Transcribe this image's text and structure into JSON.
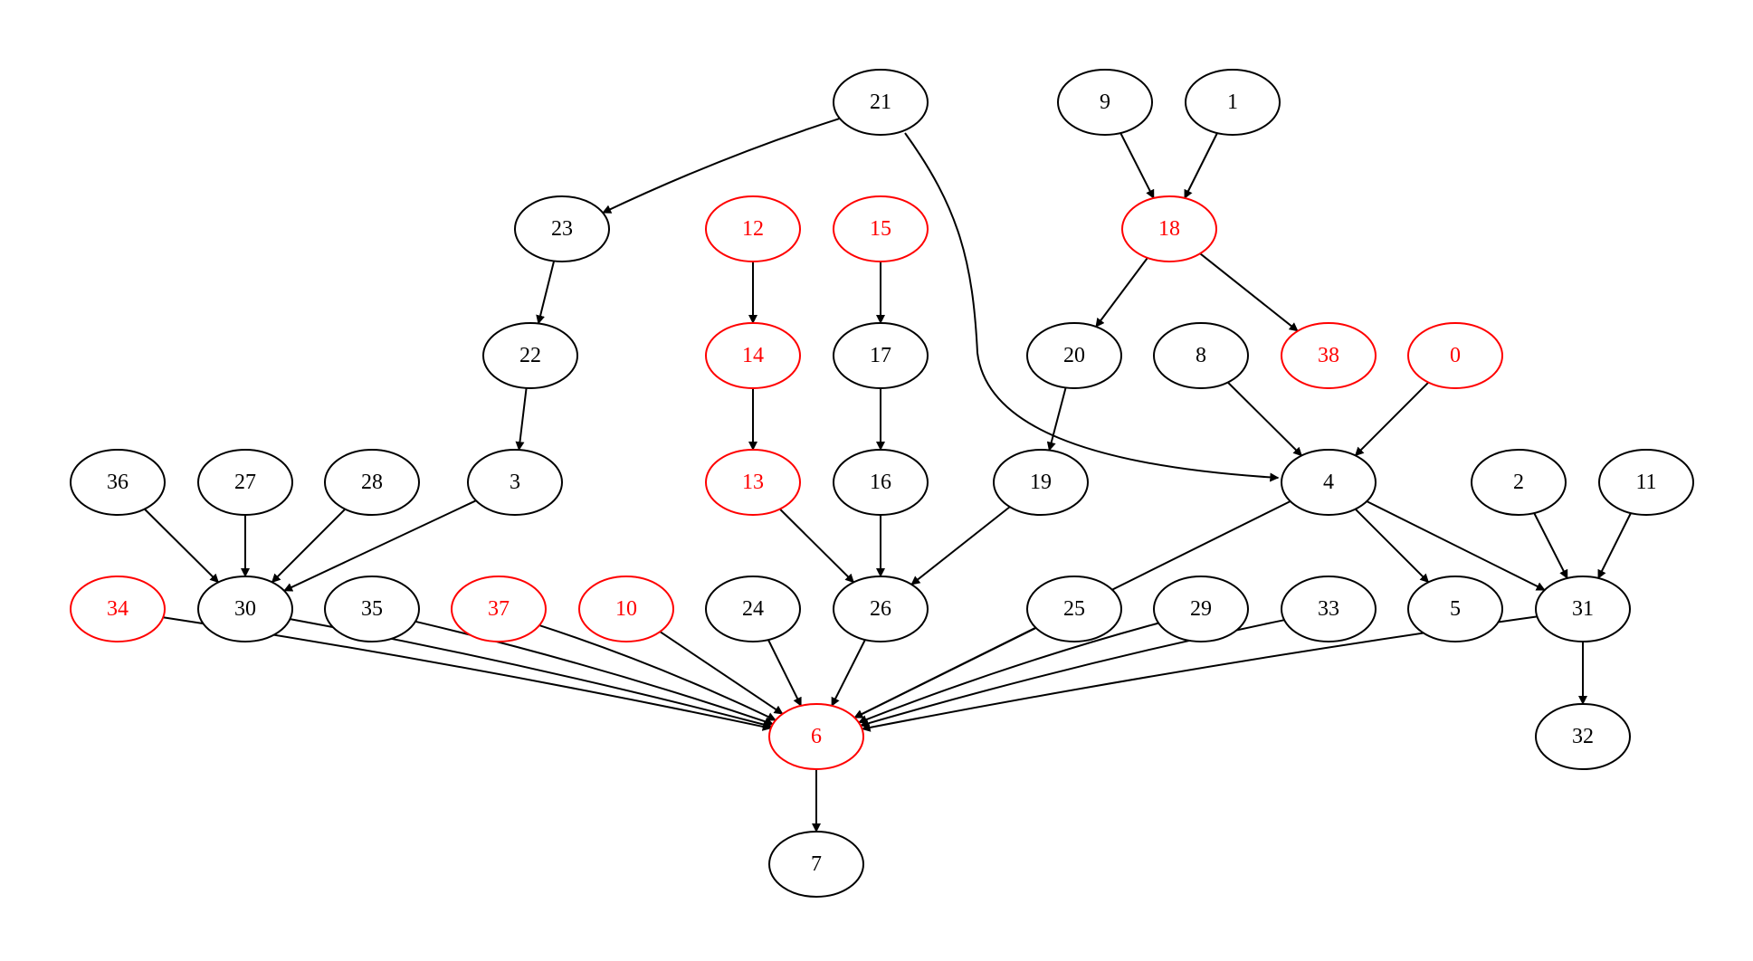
{
  "graph": {
    "default_color": "#000000",
    "highlight_color": "#ff0000",
    "nodes": [
      {
        "id": "21",
        "label": "21",
        "highlighted": false
      },
      {
        "id": "9",
        "label": "9",
        "highlighted": false
      },
      {
        "id": "1",
        "label": "1",
        "highlighted": false
      },
      {
        "id": "23",
        "label": "23",
        "highlighted": false
      },
      {
        "id": "12",
        "label": "12",
        "highlighted": true
      },
      {
        "id": "15",
        "label": "15",
        "highlighted": true
      },
      {
        "id": "18",
        "label": "18",
        "highlighted": true
      },
      {
        "id": "22",
        "label": "22",
        "highlighted": false
      },
      {
        "id": "14",
        "label": "14",
        "highlighted": true
      },
      {
        "id": "17",
        "label": "17",
        "highlighted": false
      },
      {
        "id": "20",
        "label": "20",
        "highlighted": false
      },
      {
        "id": "8",
        "label": "8",
        "highlighted": false
      },
      {
        "id": "38",
        "label": "38",
        "highlighted": true
      },
      {
        "id": "0",
        "label": "0",
        "highlighted": true
      },
      {
        "id": "36",
        "label": "36",
        "highlighted": false
      },
      {
        "id": "27",
        "label": "27",
        "highlighted": false
      },
      {
        "id": "28",
        "label": "28",
        "highlighted": false
      },
      {
        "id": "3",
        "label": "3",
        "highlighted": false
      },
      {
        "id": "13",
        "label": "13",
        "highlighted": true
      },
      {
        "id": "16",
        "label": "16",
        "highlighted": false
      },
      {
        "id": "19",
        "label": "19",
        "highlighted": false
      },
      {
        "id": "4",
        "label": "4",
        "highlighted": false
      },
      {
        "id": "2",
        "label": "2",
        "highlighted": false
      },
      {
        "id": "11",
        "label": "11",
        "highlighted": false
      },
      {
        "id": "34",
        "label": "34",
        "highlighted": true
      },
      {
        "id": "30",
        "label": "30",
        "highlighted": false
      },
      {
        "id": "35",
        "label": "35",
        "highlighted": false
      },
      {
        "id": "37",
        "label": "37",
        "highlighted": true
      },
      {
        "id": "10",
        "label": "10",
        "highlighted": true
      },
      {
        "id": "24",
        "label": "24",
        "highlighted": false
      },
      {
        "id": "26",
        "label": "26",
        "highlighted": false
      },
      {
        "id": "25",
        "label": "25",
        "highlighted": false
      },
      {
        "id": "29",
        "label": "29",
        "highlighted": false
      },
      {
        "id": "33",
        "label": "33",
        "highlighted": false
      },
      {
        "id": "5",
        "label": "5",
        "highlighted": false
      },
      {
        "id": "31",
        "label": "31",
        "highlighted": false
      },
      {
        "id": "6",
        "label": "6",
        "highlighted": true
      },
      {
        "id": "32",
        "label": "32",
        "highlighted": false
      },
      {
        "id": "7",
        "label": "7",
        "highlighted": false
      }
    ],
    "edges": [
      {
        "from": "21",
        "to": "23"
      },
      {
        "from": "21",
        "to": "4"
      },
      {
        "from": "9",
        "to": "18"
      },
      {
        "from": "1",
        "to": "18"
      },
      {
        "from": "23",
        "to": "22"
      },
      {
        "from": "12",
        "to": "14"
      },
      {
        "from": "15",
        "to": "17"
      },
      {
        "from": "18",
        "to": "20"
      },
      {
        "from": "18",
        "to": "38"
      },
      {
        "from": "22",
        "to": "3"
      },
      {
        "from": "14",
        "to": "13"
      },
      {
        "from": "17",
        "to": "16"
      },
      {
        "from": "20",
        "to": "19"
      },
      {
        "from": "8",
        "to": "4"
      },
      {
        "from": "0",
        "to": "4"
      },
      {
        "from": "36",
        "to": "30"
      },
      {
        "from": "27",
        "to": "30"
      },
      {
        "from": "28",
        "to": "30"
      },
      {
        "from": "3",
        "to": "30"
      },
      {
        "from": "13",
        "to": "26"
      },
      {
        "from": "16",
        "to": "26"
      },
      {
        "from": "19",
        "to": "26"
      },
      {
        "from": "4",
        "to": "6"
      },
      {
        "from": "4",
        "to": "5"
      },
      {
        "from": "4",
        "to": "31"
      },
      {
        "from": "2",
        "to": "31"
      },
      {
        "from": "11",
        "to": "31"
      },
      {
        "from": "34",
        "to": "6"
      },
      {
        "from": "30",
        "to": "6"
      },
      {
        "from": "35",
        "to": "6"
      },
      {
        "from": "37",
        "to": "6"
      },
      {
        "from": "10",
        "to": "6"
      },
      {
        "from": "24",
        "to": "6"
      },
      {
        "from": "26",
        "to": "6"
      },
      {
        "from": "25",
        "to": "6"
      },
      {
        "from": "29",
        "to": "6"
      },
      {
        "from": "33",
        "to": "6"
      },
      {
        "from": "31",
        "to": "6"
      },
      {
        "from": "31",
        "to": "32"
      },
      {
        "from": "6",
        "to": "7"
      }
    ]
  }
}
